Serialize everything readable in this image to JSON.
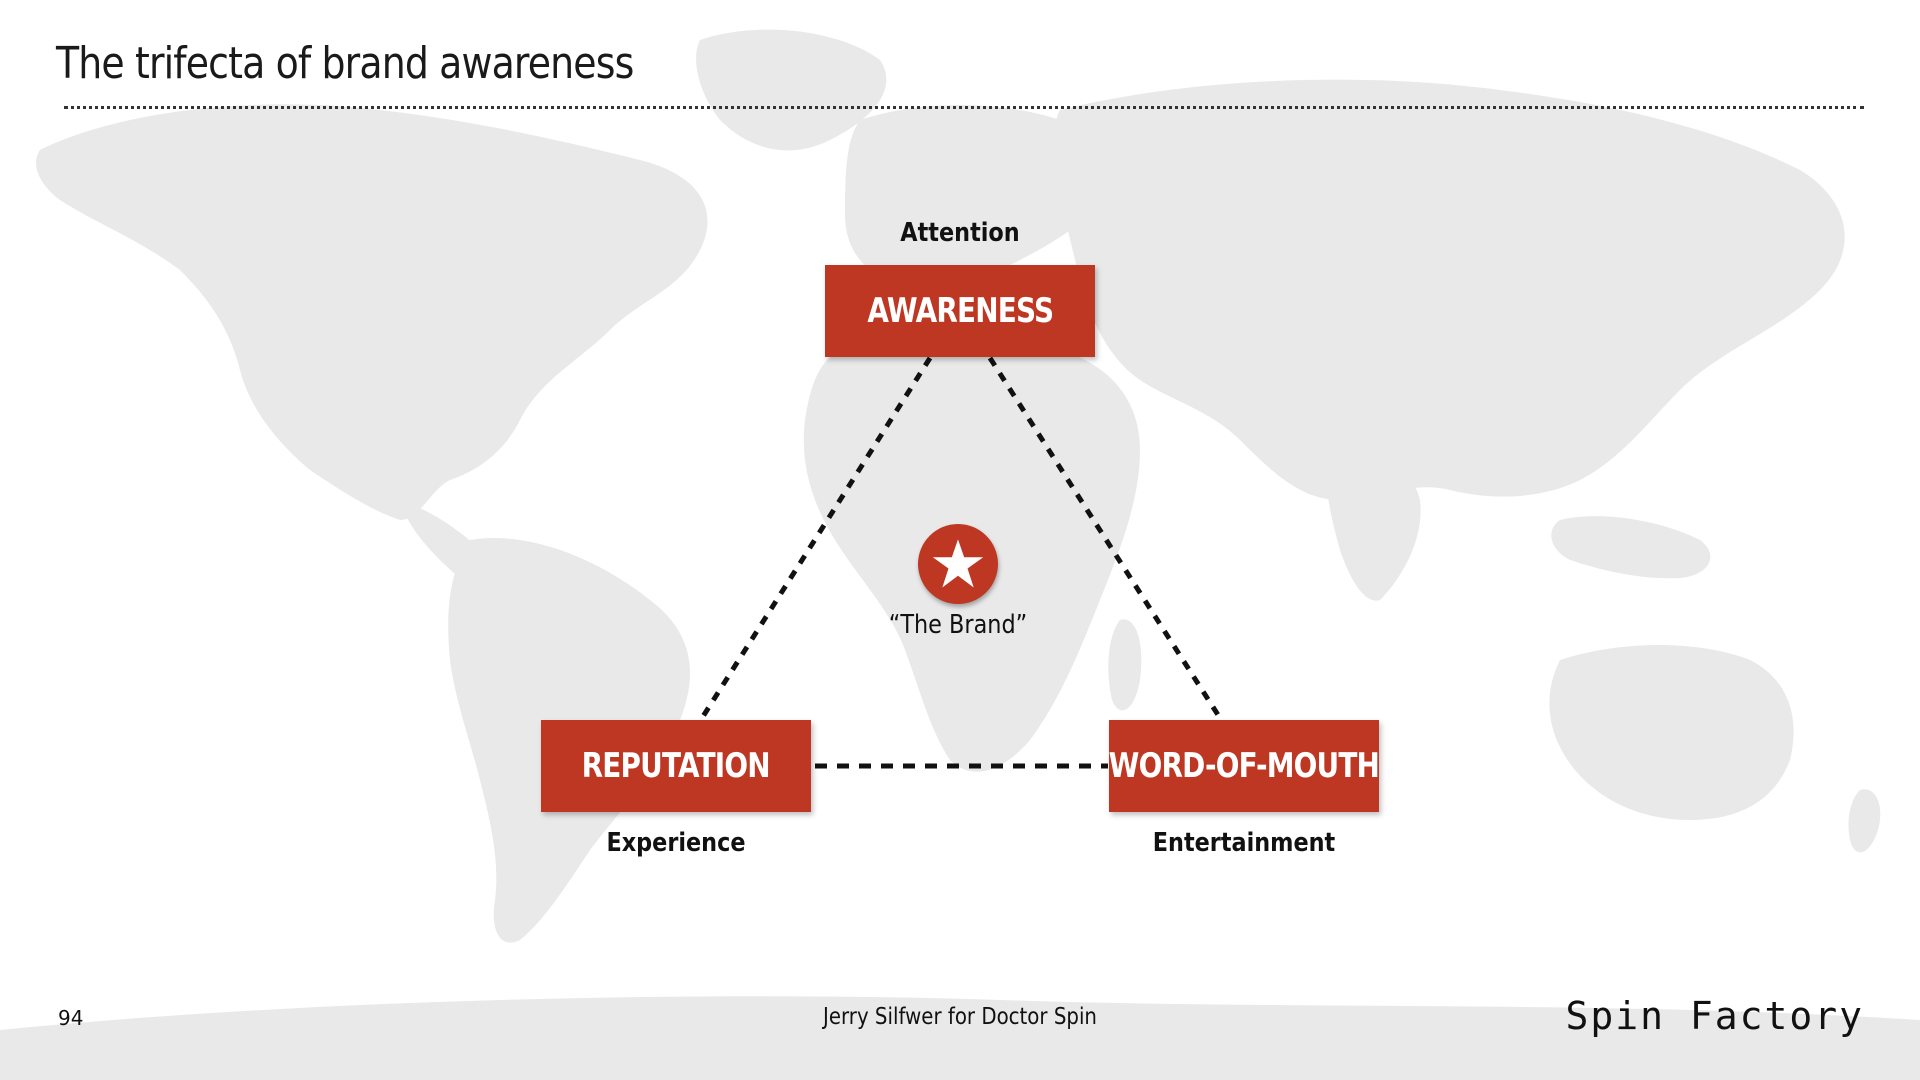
{
  "slide": {
    "title": "The trifecta of brand awareness",
    "page_number": "94",
    "credit": "Jerry Silfwer for Doctor Spin",
    "brand_logo_text": "Spin Factory"
  },
  "diagram": {
    "center": {
      "icon": "star-icon",
      "label": "“The Brand”"
    },
    "nodes": {
      "top": {
        "label": "AWARENESS",
        "caption": "Attention"
      },
      "left": {
        "label": "REPUTATION",
        "caption": "Experience"
      },
      "right": {
        "label": "WORD-OF-MOUTH",
        "caption": "Entertainment"
      }
    }
  },
  "colors": {
    "accent": "#bd3722",
    "map": "#e9e9e9",
    "text": "#111111"
  }
}
